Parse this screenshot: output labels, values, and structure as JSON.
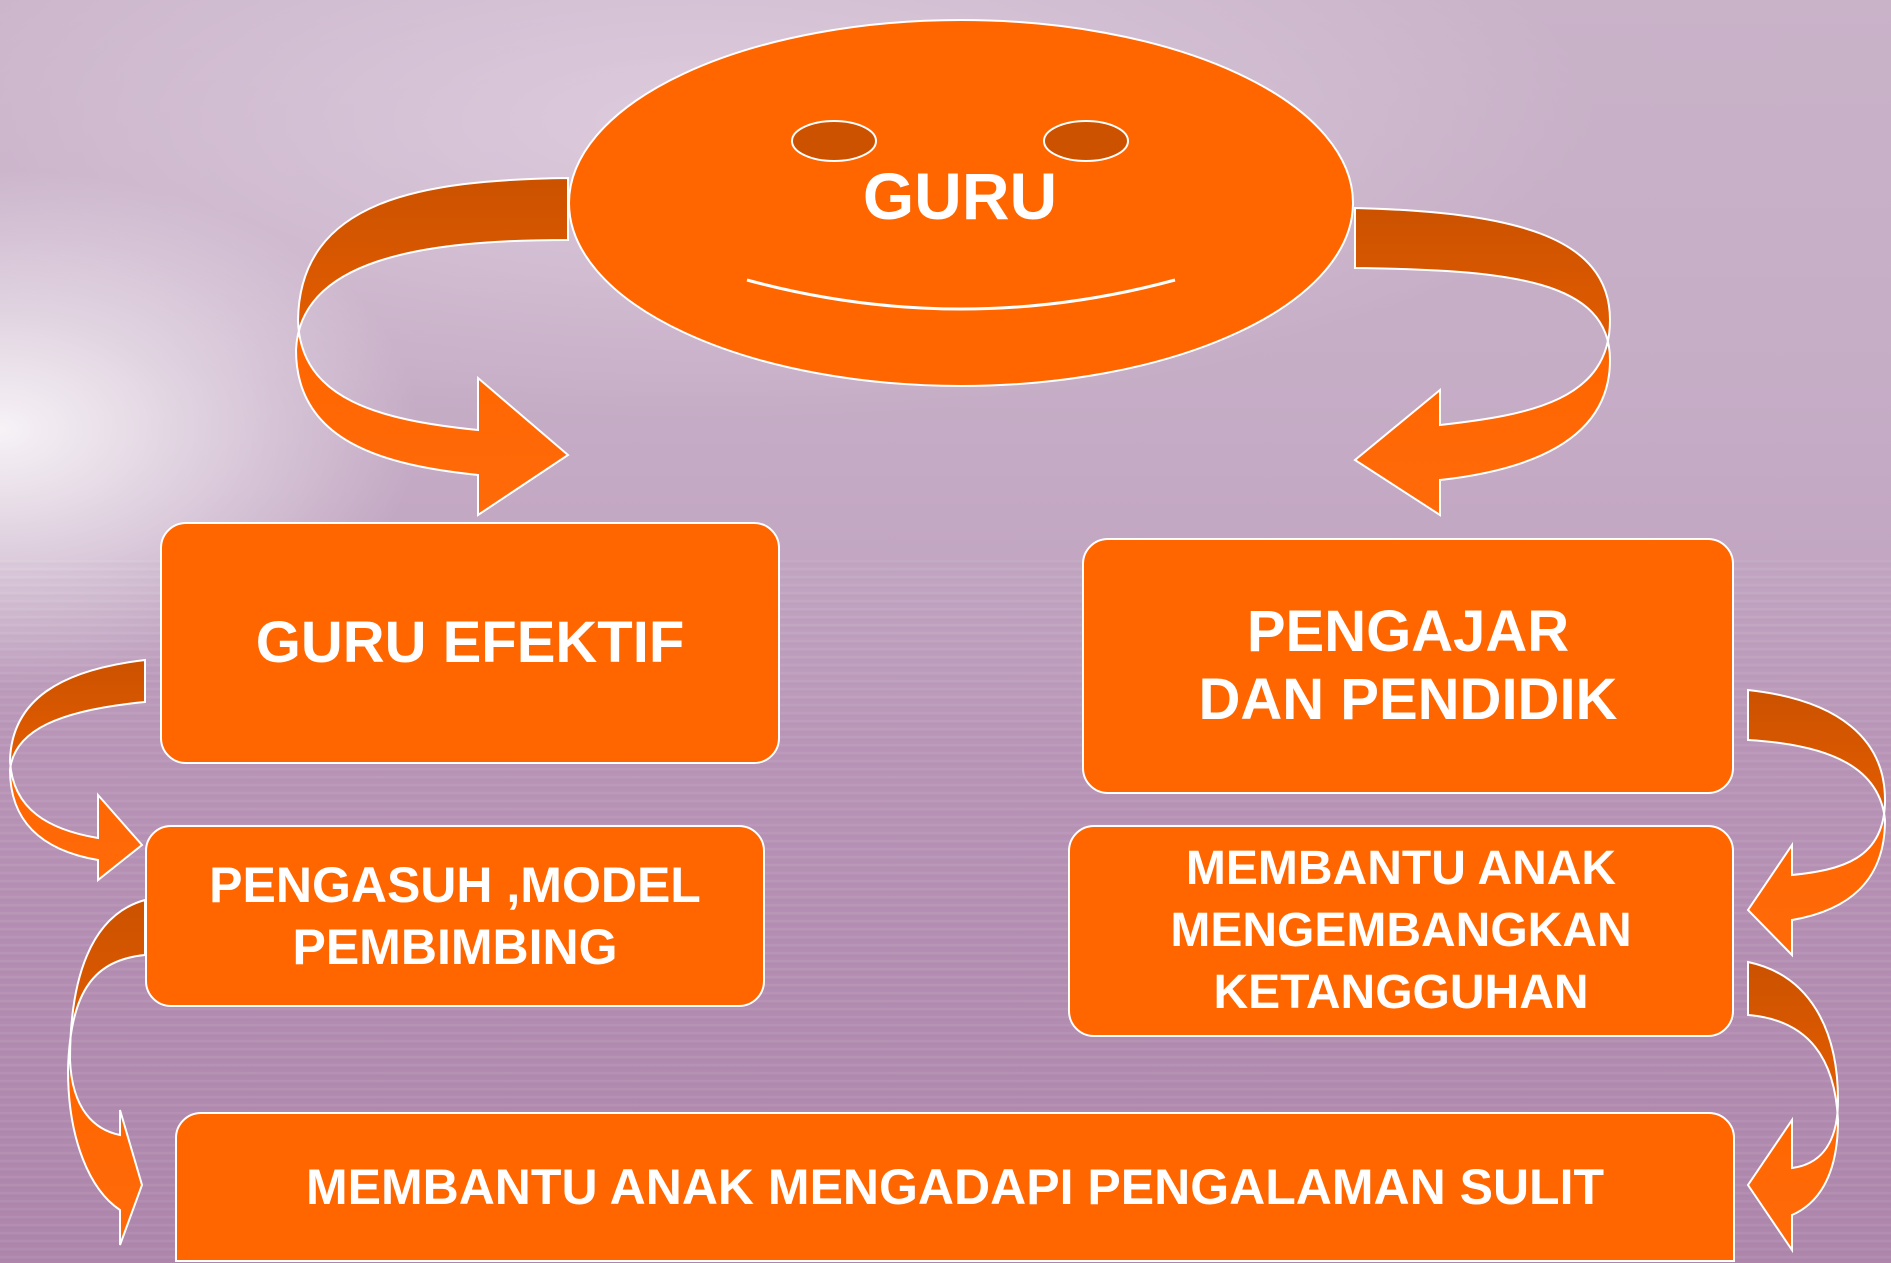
{
  "diagram": {
    "center": {
      "label": "GURU"
    },
    "left_main": {
      "label": "GURU EFEKTIF"
    },
    "right_main": {
      "label": "PENGAJAR\nDAN PENDIDIK"
    },
    "left_sub": {
      "label": "PENGASUH ,MODEL\nPEMBIMBING"
    },
    "right_sub": {
      "label": "MEMBANTU ANAK\nMENGEMBANGKAN\nKETANGGUHAN"
    },
    "bottom": {
      "label": "MEMBANTU ANAK MENGADAPI PENGALAMAN SULIT"
    }
  },
  "colors": {
    "node_fill": "#ff6600",
    "node_border": "#ffffff",
    "arrow_dark": "#cc5200",
    "arrow_light": "#ff6600",
    "background": "#c2a6c2"
  }
}
